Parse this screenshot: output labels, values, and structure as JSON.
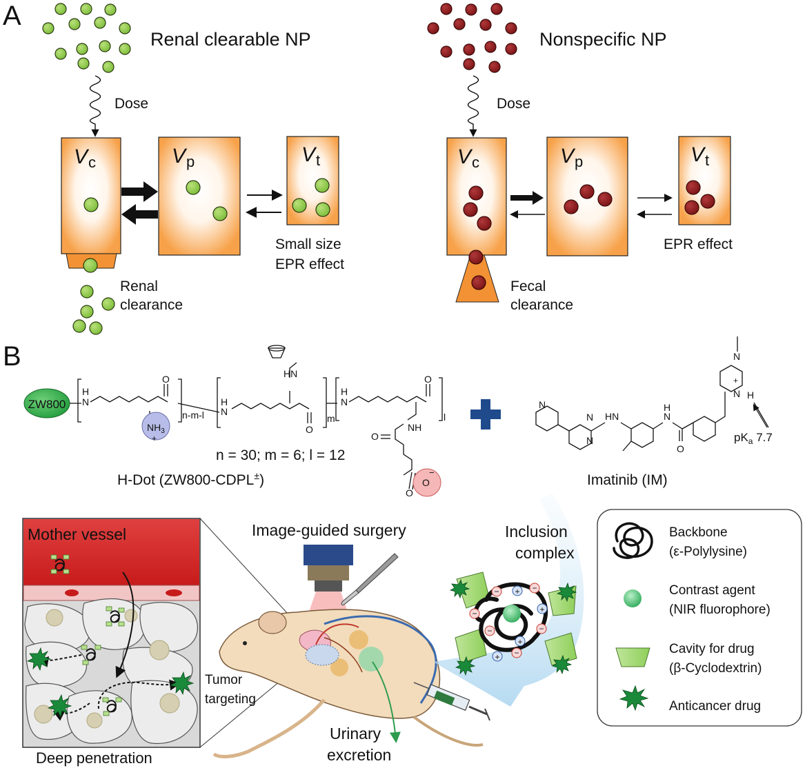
{
  "panel_a": {
    "letter": "A",
    "left": {
      "title": "Renal clearable NP",
      "dose": "Dose",
      "vc": {
        "v": "V",
        "sub": "c"
      },
      "vp": {
        "v": "V",
        "sub": "p"
      },
      "vt": {
        "v": "V",
        "sub": "t"
      },
      "vt_note_1": "Small size",
      "vt_note_2": "EPR effect",
      "clearance_1": "Renal",
      "clearance_2": "clearance",
      "particle_color": "#8cc63f"
    },
    "right": {
      "title": "Nonspecific NP",
      "dose": "Dose",
      "vc": {
        "v": "V",
        "sub": "c"
      },
      "vp": {
        "v": "V",
        "sub": "p"
      },
      "vt": {
        "v": "V",
        "sub": "t"
      },
      "vt_note": "EPR effect",
      "clearance_1": "Fecal",
      "clearance_2": "clearance",
      "particle_color": "#8b1a1a"
    }
  },
  "panel_b": {
    "letter": "B",
    "hdot": {
      "fluorophore": "ZW800",
      "nh3": "NH",
      "nh3_sub": "3",
      "plus": "+",
      "minus": "−",
      "sub_nml": "n-m-l",
      "sub_m": "m",
      "sub_l": "l",
      "formula": "n = 30; m = 6; l = 12",
      "caption": "H-Dot (ZW800-CDPL",
      "caption_sup": "±",
      "caption_end": ")",
      "atom_h": "H",
      "atom_n": "N",
      "atom_hn": "HN",
      "atom_o": "O",
      "atom_nh": "NH"
    },
    "imatinib": {
      "caption": "Imatinib (IM)",
      "pka": "pK",
      "pka_sub": "a",
      "pka_val": " 7.7",
      "atom_n": "N",
      "atom_h": "H",
      "atom_o": "O",
      "atom_hn": "HN",
      "atom_nh": "NH",
      "atom_plus": "+"
    },
    "scene": {
      "mother_vessel": "Mother vessel",
      "deep_penetration": "Deep penetration",
      "image_guided": "Image-guided surgery",
      "tumor_1": "Tumor",
      "tumor_2": "targeting",
      "urinary_1": "Urinary",
      "urinary_2": "excretion",
      "inclusion_1": "Inclusion",
      "inclusion_2": "complex"
    },
    "legend": {
      "backbone_1": "Backbone",
      "backbone_2": "(ε-Polylysine)",
      "contrast_1": "Contrast agent",
      "contrast_2": "(NIR fluorophore)",
      "cavity_1": "Cavity for drug",
      "cavity_2": "(β-Cyclodextrin)",
      "drug": "Anticancer drug"
    }
  }
}
